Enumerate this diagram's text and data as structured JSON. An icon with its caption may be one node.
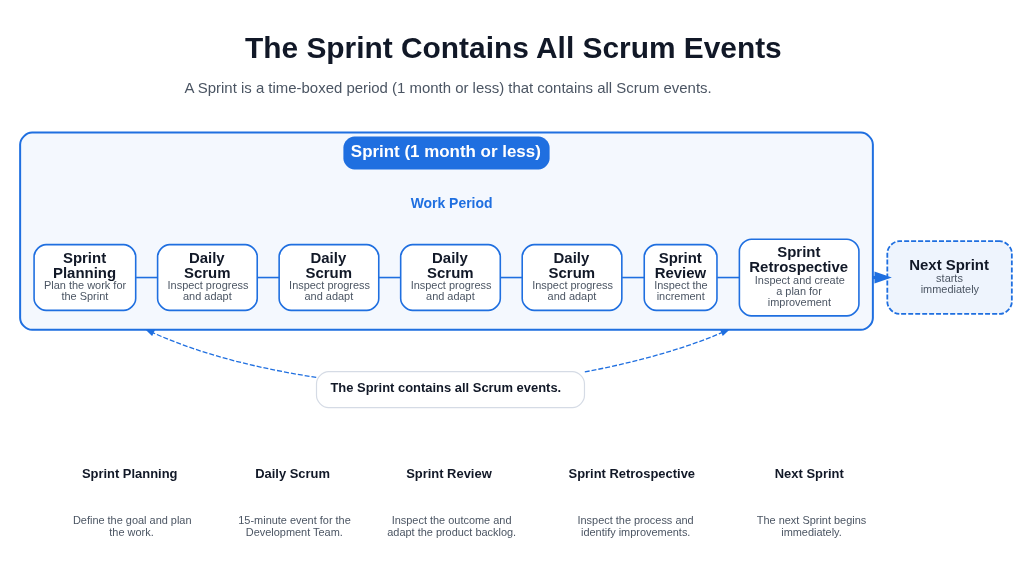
{
  "diagram": {
    "title": "The Sprint Contains All Scrum Events",
    "nodes": [
      {
        "text": [
          "Sprint (1 month or less)"
        ]
      },
      {
        "text": [
          "Sprint Planning",
          "Plan the work for the Sprint"
        ],
        "in": 0
      },
      {
        "text": [
          "Daily Scrum",
          "Inspect progress and adapt"
        ],
        "in": 0
      },
      {
        "text": [
          "Daily Scrum",
          "Inspect progress and adapt"
        ],
        "in": 0
      },
      {
        "text": [
          "Daily Scrum",
          "Inspect progress and adapt"
        ],
        "in": 0
      },
      {
        "text": [
          "Daily Scrum",
          "Inspect progress and adapt"
        ],
        "in": 0
      },
      {
        "text": [
          "Sprint Review",
          "Inspect the increment"
        ],
        "in": 0
      },
      {
        "text": [
          "Sprint Retrospective",
          "Inspect and create a plan for improvement"
        ],
        "in": 0
      },
      {
        "text": [
          "Next Sprint",
          "starts immediately"
        ]
      },
      {
        "text": [
          "The Sprint contains all Scrum events."
        ]
      }
    ],
    "edges": [
      {
        "from": 1,
        "to": 2,
        "arrow": "none"
      },
      {
        "from": 2,
        "to": 3,
        "arrow": "none"
      },
      {
        "from": 3,
        "to": 4,
        "arrow": "none"
      },
      {
        "from": 4,
        "to": 5,
        "arrow": "none"
      },
      {
        "from": 5,
        "to": 6,
        "arrow": "none"
      },
      {
        "from": 6,
        "to": 7,
        "arrow": "none"
      },
      {
        "from": 0,
        "to": 8,
        "arrow": "to",
        "style": "thick"
      },
      {
        "from": 9,
        "to": 0,
        "arrow": "to",
        "style": "dashed"
      },
      {
        "from": 9,
        "to": 0,
        "arrow": "to",
        "style": "dashed"
      }
    ],
    "labels": [
      "A Sprint is a time-boxed period (1 month or less) that contains all Scrum events.",
      "Work Period",
      "Sprint Planning",
      "Define the goal and plan the work.",
      "Daily Scrum",
      "15-minute event for the Development Team.",
      "Sprint Review",
      "Inspect the outcome and adapt the product backlog.",
      "Sprint Retrospective",
      "Inspect the process and identify improvements.",
      "Next Sprint",
      "The next Sprint begins immediately."
    ]
  }
}
